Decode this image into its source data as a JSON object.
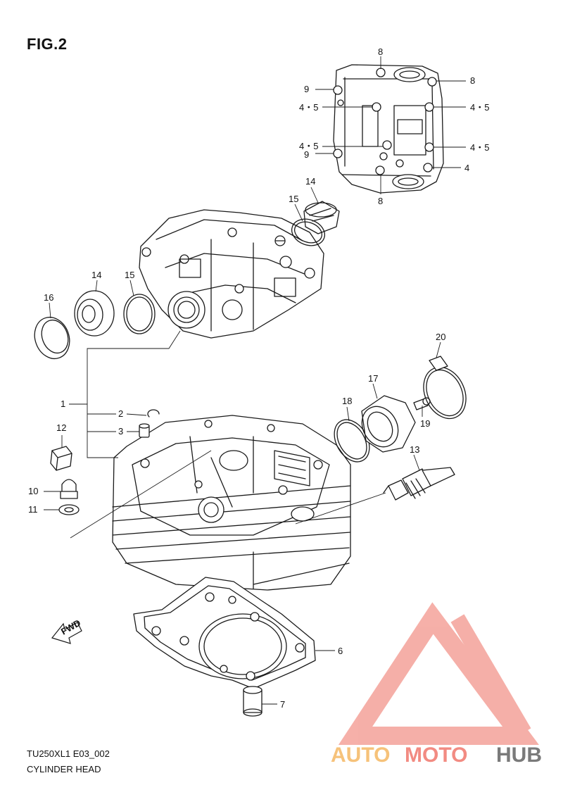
{
  "figure": {
    "title": "FIG.2",
    "model_code": "TU250XL1 E03_002",
    "section_name": "CYLINDER HEAD"
  },
  "callouts": {
    "c1": "1",
    "c2": "2",
    "c3": "3",
    "c4": "4",
    "c4_5a": "4・5",
    "c4_5b": "4・5",
    "c4_5c": "4・5",
    "c4_5d": "4・5",
    "c6": "6",
    "c7": "7",
    "c8a": "8",
    "c8b": "8",
    "c8c": "8",
    "c9a": "9",
    "c9b": "9",
    "c10": "10",
    "c11": "11",
    "c12": "12",
    "c13": "13",
    "c14a": "14",
    "c14b": "14",
    "c15a": "15",
    "c15b": "15",
    "c16": "16",
    "c17": "17",
    "c18": "18",
    "c19": "19",
    "c20": "20"
  },
  "fwd_label": "FWD",
  "watermark": {
    "part1": "AUTO",
    "part2": "MOTO",
    "part3": "HUB",
    "colors": {
      "auto": "#f6c27a",
      "moto": "#f28b82",
      "hub": "#7a7a7a",
      "triangle": "#f4a29a"
    }
  }
}
